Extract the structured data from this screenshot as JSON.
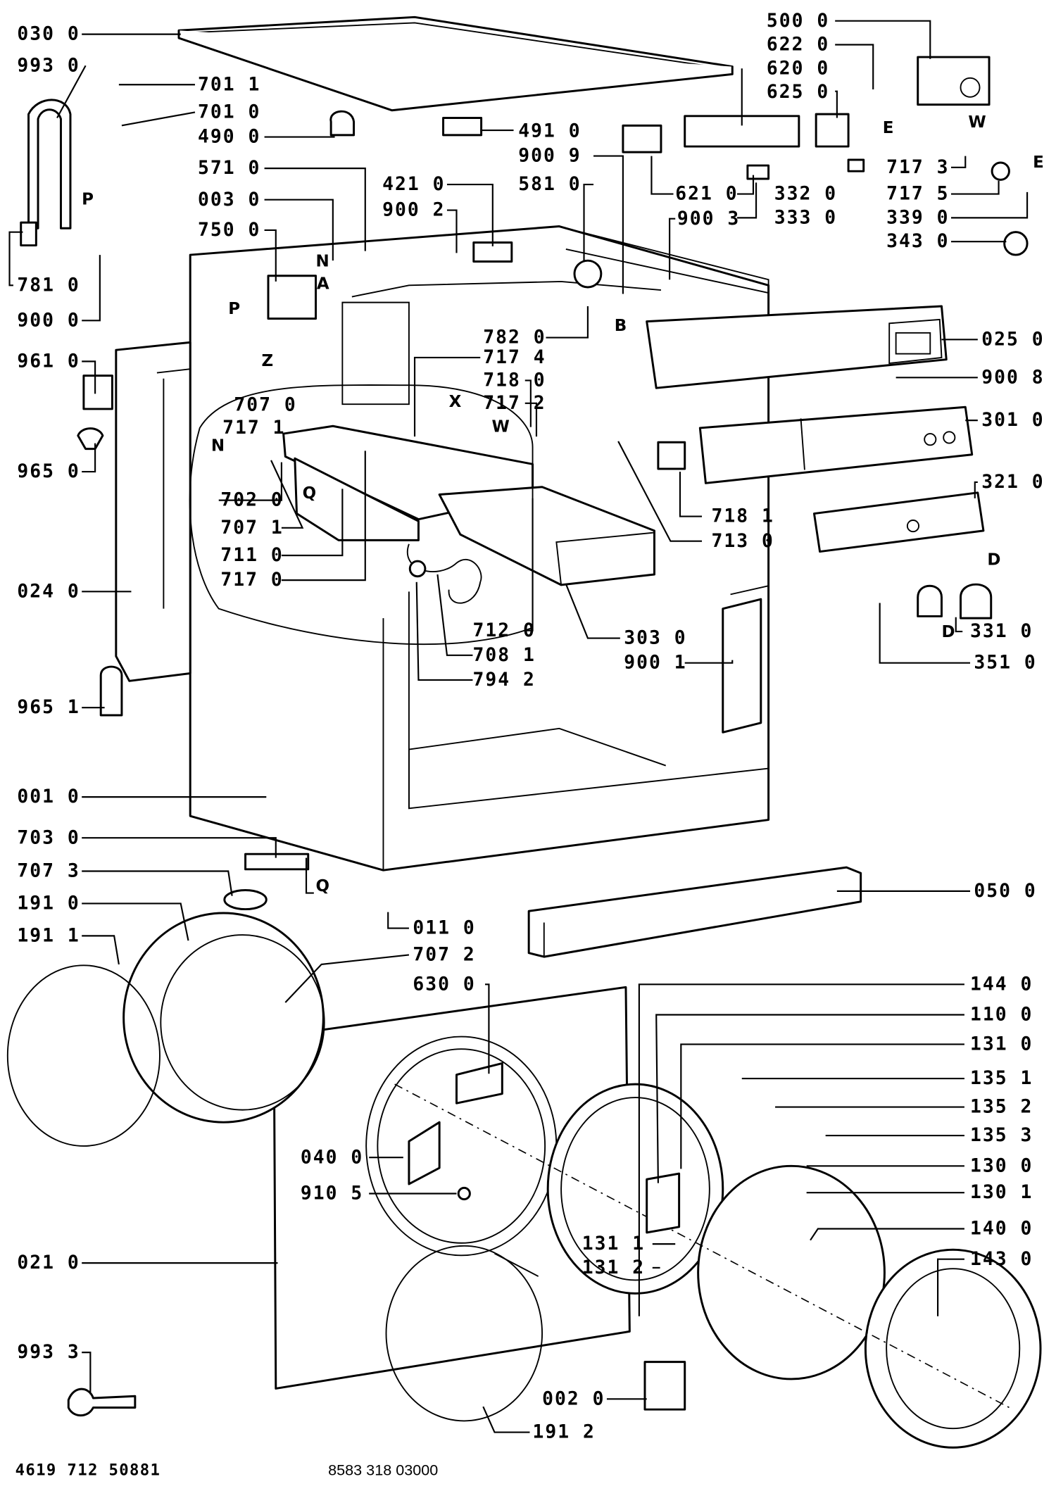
{
  "diagram": {
    "part_labels": {
      "p030_0": "030 0",
      "p993_0": "993 0",
      "p701_1": "701 1",
      "p701_0": "701 0",
      "p490_0": "490 0",
      "p491_0": "491 0",
      "p571_0": "571 0",
      "p003_0": "003 0",
      "p750_0": "750 0",
      "p781_0": "781 0",
      "p900_0": "900 0",
      "p961_0": "961 0",
      "p965_0": "965 0",
      "p024_0": "024 0",
      "p965_1": "965 1",
      "p001_0": "001 0",
      "p703_0": "703 0",
      "p707_3": "707 3",
      "p191_0": "191 0",
      "p191_1": "191 1",
      "p021_0": "021 0",
      "p993_3": "993 3",
      "p500_0": "500 0",
      "p622_0": "622 0",
      "p620_0": "620 0",
      "p625_0": "625 0",
      "p900_9": "900 9",
      "p581_0": "581 0",
      "p421_0": "421 0",
      "p900_2": "900 2",
      "p621_0": "621 0",
      "p332_0": "332 0",
      "p333_0": "333 0",
      "p900_3": "900 3",
      "p717_3": "717 3",
      "p717_5": "717 5",
      "p339_0": "339 0",
      "p343_0": "343 0",
      "p782_0": "782 0",
      "p717_4": "717 4",
      "p718_0": "718 0",
      "p717_2": "717 2",
      "p025_0": "025 0",
      "p900_8": "900 8",
      "p301_0": "301 0",
      "p321_0": "321 0",
      "p707_0": "707 0",
      "p717_1": "717 1",
      "p702_0": "702 0",
      "p707_1": "707 1",
      "p711_0": "711 0",
      "p717_0": "717 0",
      "p718_1": "718 1",
      "p713_0": "713 0",
      "p712_0": "712 0",
      "p708_1": "708 1",
      "p794_2": "794 2",
      "p303_0": "303 0",
      "p900_1": "900 1",
      "p331_0": "331 0",
      "p351_0": "351 0",
      "p050_0": "050 0",
      "p011_0": "011 0",
      "p707_2": "707 2",
      "p630_0": "630 0",
      "p144_0": "144 0",
      "p110_0": "110 0",
      "p131_0": "131 0",
      "p135_1": "135 1",
      "p135_2": "135 2",
      "p135_3": "135 3",
      "p130_0": "130 0",
      "p130_1": "130 1",
      "p140_0": "140 0",
      "p143_0": "143 0",
      "p040_0": "040 0",
      "p910_5": "910 5",
      "p131_1": "131 1",
      "p131_2": "131 2",
      "p002_0": "002 0",
      "p191_2": "191 2"
    },
    "detail_letters": {
      "p_left": "P",
      "p_hose": "P",
      "n_left": "N",
      "n_top": "N",
      "a": "A",
      "z": "Z",
      "b": "B",
      "x": "X",
      "w_mid": "W",
      "w_right": "W",
      "e_mid": "E",
      "e_right": "E",
      "q_mid": "Q",
      "q_low": "Q",
      "d_top": "D",
      "d_low": "D"
    },
    "footer": {
      "left_code": "4619 712 50881",
      "right_code": "8583 318 03000"
    }
  }
}
